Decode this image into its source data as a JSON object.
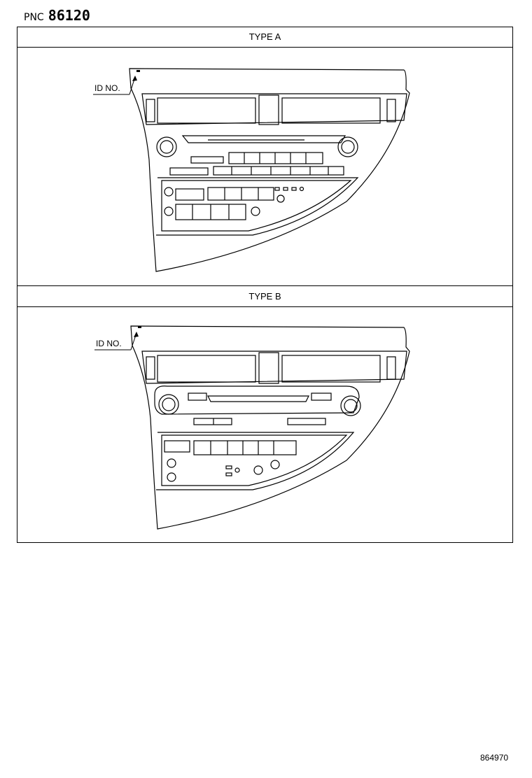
{
  "header": {
    "pnc_label": "PNC",
    "pnc_code": "86120"
  },
  "sections": [
    {
      "title": "TYPE A",
      "callout": "ID NO."
    },
    {
      "title": "TYPE B",
      "callout": "ID NO."
    }
  ],
  "footer": {
    "drawing_number": "864970"
  }
}
